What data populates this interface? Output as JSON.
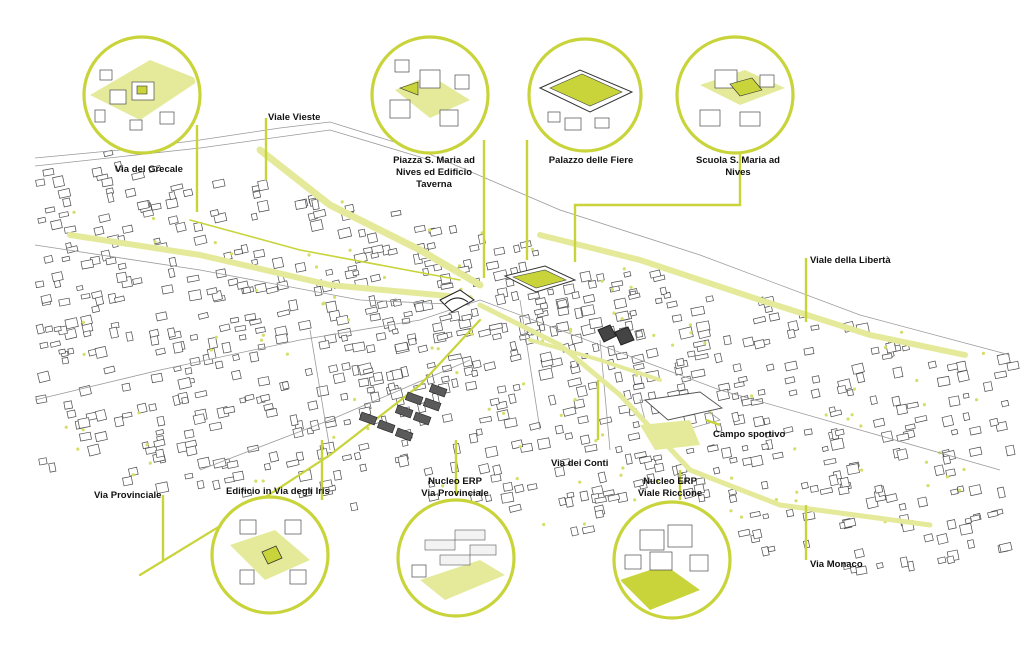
{
  "colors": {
    "accent": "#c8d43a",
    "accent_light": "#e4ea9a",
    "ink": "#111111",
    "building_stroke": "#4a4a4a",
    "background": "#ffffff"
  },
  "labels": {
    "via_del_grecale": "Via del Grecale",
    "viale_vieste": "Viale Vieste",
    "piazza_line1": "Piazza S. Maria ad",
    "piazza_line2": "Nives ed Edificio",
    "piazza_line3": "Taverna",
    "palazzo_delle_fiere": "Palazzo delle Fiere",
    "scuola_line1": "Scuola S. Maria ad",
    "scuola_line2": "Nives",
    "viale_della_liberta": "Viale della Libertà",
    "campo_sportivo": "Campo sportivo",
    "via_dei_conti": "Via dei Conti",
    "nucleo_provinciale_line1": "Nucleo ERP",
    "nucleo_provinciale_line2": "Via Provinciale",
    "nucleo_riccione_line1": "Nucleo ERP",
    "nucleo_riccione_line2": "Viale Riccione",
    "edificio_iris": "Edificio in Via degli Iris",
    "via_provinciale": "Via Provinciale",
    "via_monaco": "Via Monaco"
  }
}
